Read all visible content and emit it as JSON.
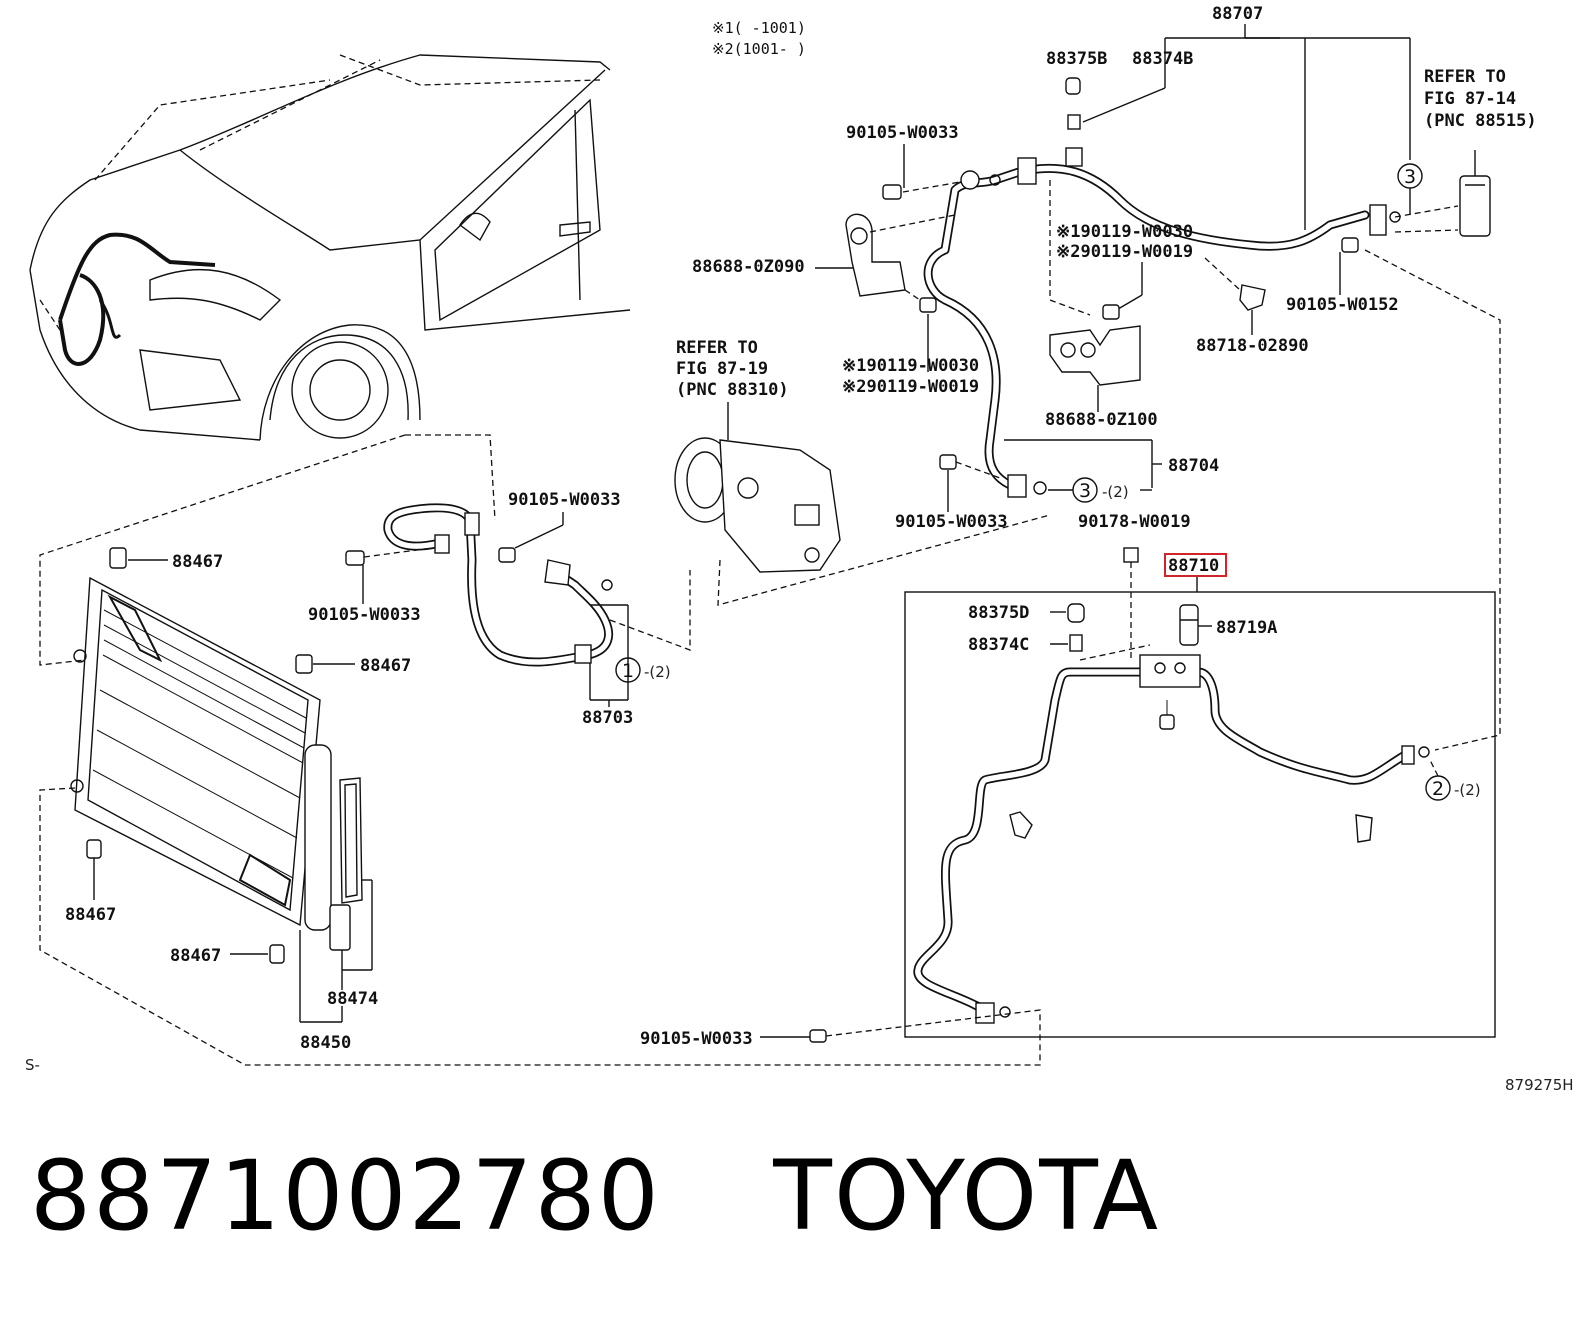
{
  "notes": {
    "note1": "※1(    -1001)",
    "note2": "※2(1001-    )"
  },
  "parts": {
    "p88707": "88707",
    "p88375B": "88375B",
    "p88374B": "88374B",
    "refer_upper": [
      "REFER TO",
      "FIG 87-14",
      "(PNC 88515)"
    ],
    "p90105_top": "90105-W0033",
    "p88688_0Z090": "88688-0Z090",
    "p90119_a1": "※190119-W0030",
    "p90119_a2": "※290119-W0019",
    "p90119_b1": "※190119-W0030",
    "p90119_b2": "※290119-W0019",
    "p90105_W0152": "90105-W0152",
    "p88718_02890": "88718-02890",
    "refer_compressor": [
      "REFER TO",
      "FIG 87-19",
      "(PNC 88310)"
    ],
    "p88688_0Z100": "88688-0Z100",
    "p88704": "88704",
    "p90105_mid": "90105-W0033",
    "p90178_W0019": "90178-W0019",
    "p88710": "88710",
    "p90105_left1": "90105-W0033",
    "p90105_left2": "90105-W0033",
    "p88467_a": "88467",
    "p88467_b": "88467",
    "p88467_c": "88467",
    "p88467_d": "88467",
    "p88703": "88703",
    "p88375D": "88375D",
    "p88374C": "88374C",
    "p88719A": "88719A",
    "p88474": "88474",
    "p88450": "88450",
    "p90105_bottom": "90105-W0033"
  },
  "callouts": {
    "c3_top": "3",
    "c3_mid": "3",
    "c3_mid_qty": "-(2)",
    "c1": "1",
    "c1_qty": "-(2)",
    "c2": "2",
    "c2_qty": "-(2)"
  },
  "corner_left": "S-",
  "figure_code": "879275H",
  "footer": {
    "part_number": "8871002780",
    "brand": "TOYOTA"
  },
  "colors": {
    "highlight": "#d2232a",
    "ink": "#111111"
  }
}
